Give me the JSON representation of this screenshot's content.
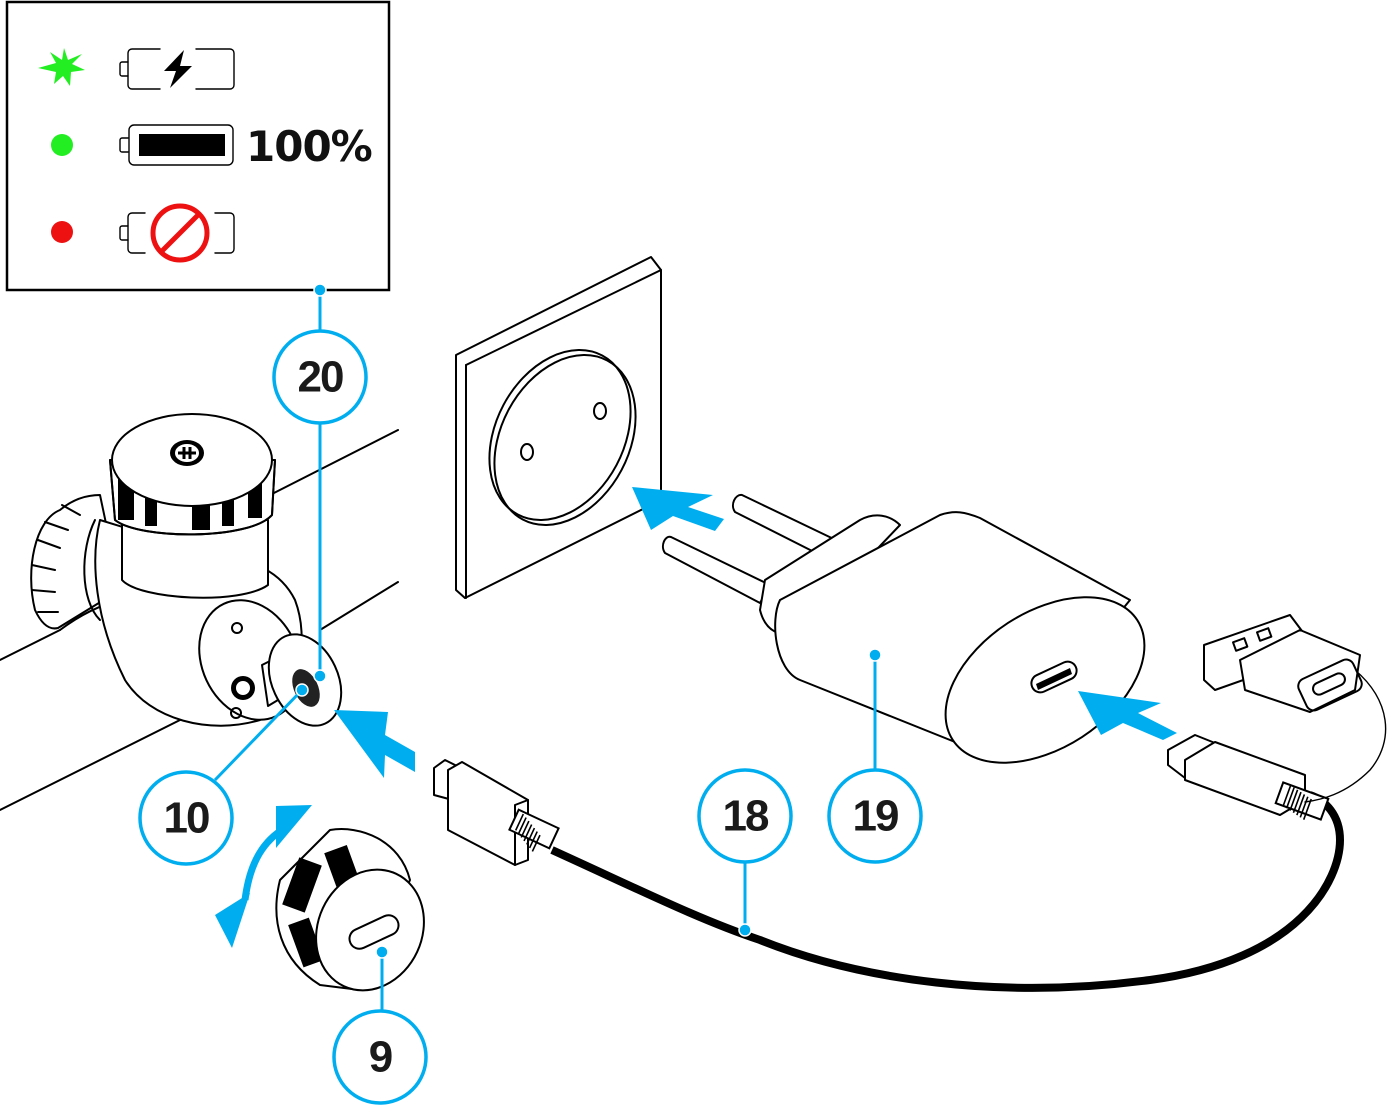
{
  "diagram": {
    "title": "Charging the device",
    "colors": {
      "accent": "#00aeef",
      "led_green": "#22ee22",
      "led_red": "#ee1111",
      "line": "#000000"
    },
    "legend": {
      "rows": [
        {
          "led": "green-blinking",
          "led_icon": "green-blinking-led-icon",
          "battery_icon": "battery-charging-icon",
          "label": ""
        },
        {
          "led": "green-solid",
          "led_icon": "green-led-icon",
          "battery_icon": "battery-full-icon",
          "label": "100%"
        },
        {
          "led": "red-solid",
          "led_icon": "red-led-icon",
          "battery_icon": "battery-error-icon",
          "label": ""
        }
      ]
    },
    "callouts": [
      {
        "number": "20",
        "target": "charge indicator LED / legend"
      },
      {
        "number": "10",
        "target": "USB port"
      },
      {
        "number": "9",
        "target": "USB port cap"
      },
      {
        "number": "18",
        "target": "USB cable"
      },
      {
        "number": "19",
        "target": "power adapter"
      }
    ],
    "components": [
      "riflescope-body",
      "usb-port-cap",
      "wall-socket",
      "power-adapter",
      "usb-cable",
      "usb-a-to-usb-c-adapter"
    ]
  }
}
